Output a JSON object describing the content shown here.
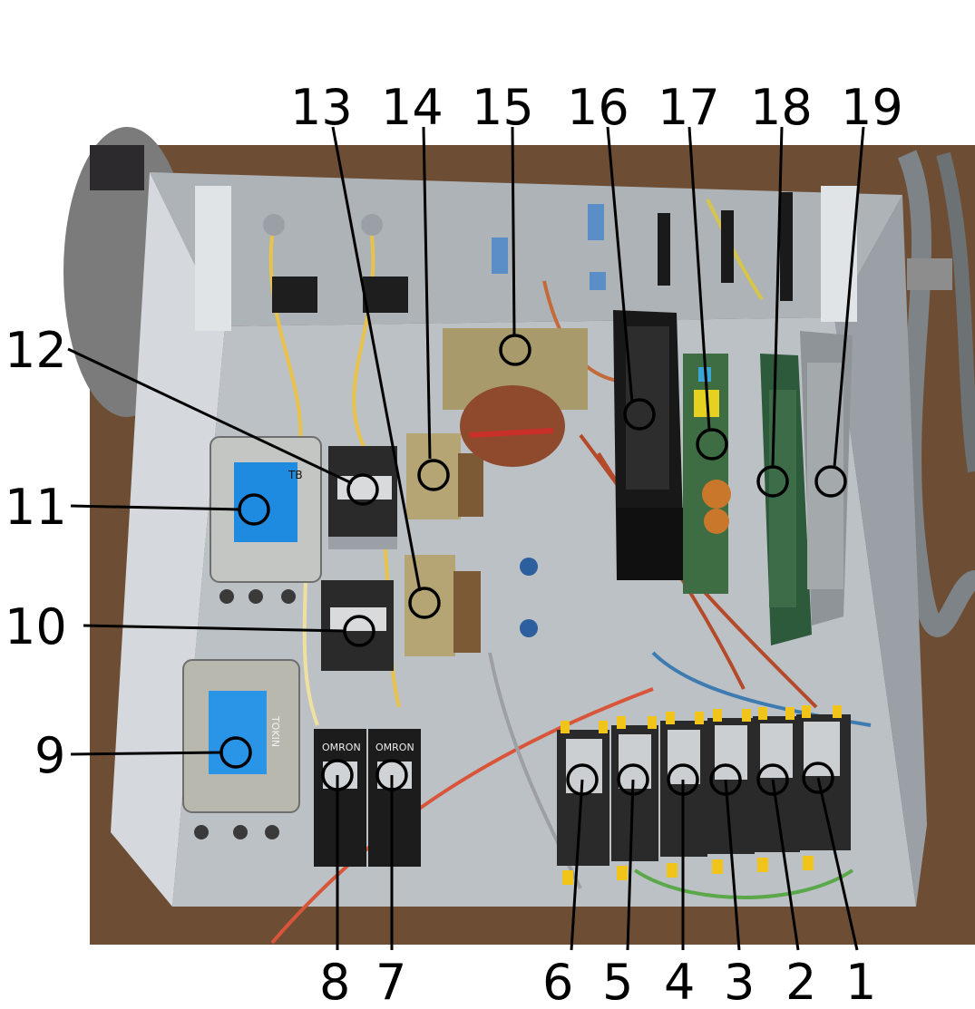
{
  "labels": {
    "n1": "1",
    "n2": "2",
    "n3": "3",
    "n4": "4",
    "n5": "5",
    "n6": "6",
    "n7": "7",
    "n8": "8",
    "n9": "9",
    "n10": "10",
    "n11": "11",
    "n12": "12",
    "n13": "13",
    "n14": "14",
    "n15": "15",
    "n16": "16",
    "n17": "17",
    "n18": "18",
    "n19": "19"
  },
  "component_text": {
    "filter_top_mark": "TB",
    "filter_bottom_brand": "TOKIN",
    "relay_left_brand": "OMRON",
    "relay_right_brand": "OMRON"
  },
  "colors": {
    "background": "#ffffff",
    "chassis": "#c7cbcf",
    "wood": "#6d4e35",
    "filter_label": "#1f8be0",
    "transformer": "#a89a6a",
    "label_ink": "#000000"
  }
}
